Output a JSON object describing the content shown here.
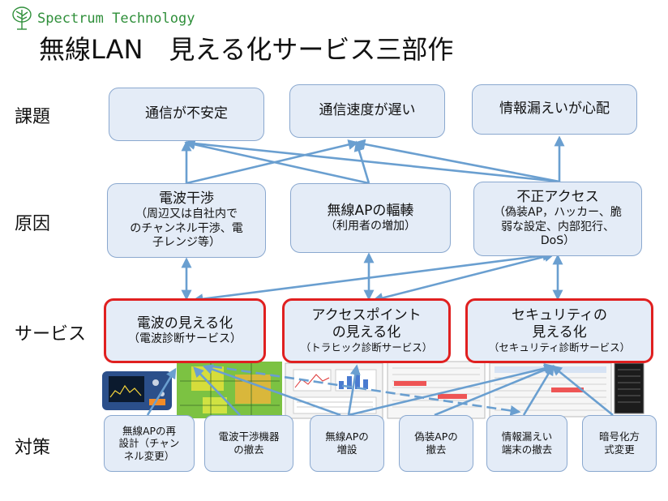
{
  "brand": {
    "name": "Spectrum Technology"
  },
  "title": "無線LAN　見える化サービス三部作",
  "row_labels": {
    "issues": "課題",
    "causes": "原因",
    "services": "サービス",
    "measures": "対策"
  },
  "issues": [
    {
      "label": "通信が不安定"
    },
    {
      "label": "通信速度が遅い"
    },
    {
      "label": "情報漏えいが心配"
    }
  ],
  "causes": [
    {
      "label": "電波干渉",
      "detail": "（周辺又は自社内で\nのチャンネル干渉、電\n子レンジ等）"
    },
    {
      "label": "無線APの輻輳",
      "detail": "（利用者の増加）"
    },
    {
      "label": "不正アクセス",
      "detail": "（偽装AP，ハッカー、脆\n弱な設定、内部犯行、\nDoS）"
    }
  ],
  "services": [
    {
      "label": "電波の見える化",
      "detail": "（電波診断サービス）"
    },
    {
      "label": "アクセスポイント\nの見える化",
      "detail": "（トラヒック診断サービス）"
    },
    {
      "label": "セキュリティの\n見える化",
      "detail": "（セキュリティ診断サービス）"
    }
  ],
  "measures": [
    {
      "label": "無線APの再\n設計（チャン\nネル変更）"
    },
    {
      "label": "電波干渉機器\nの撤去"
    },
    {
      "label": "無線APの\n増設"
    },
    {
      "label": "偽装APの\n撤去"
    },
    {
      "label": "情報漏えい\n端末の撤去"
    },
    {
      "label": "暗号化方\n式変更"
    }
  ],
  "colors": {
    "box_fill": "#e4ecf7",
    "box_border": "#8aa8cf",
    "service_border": "#e02020",
    "arrow": "#6a9fd0",
    "brand": "#2f8f3a"
  }
}
